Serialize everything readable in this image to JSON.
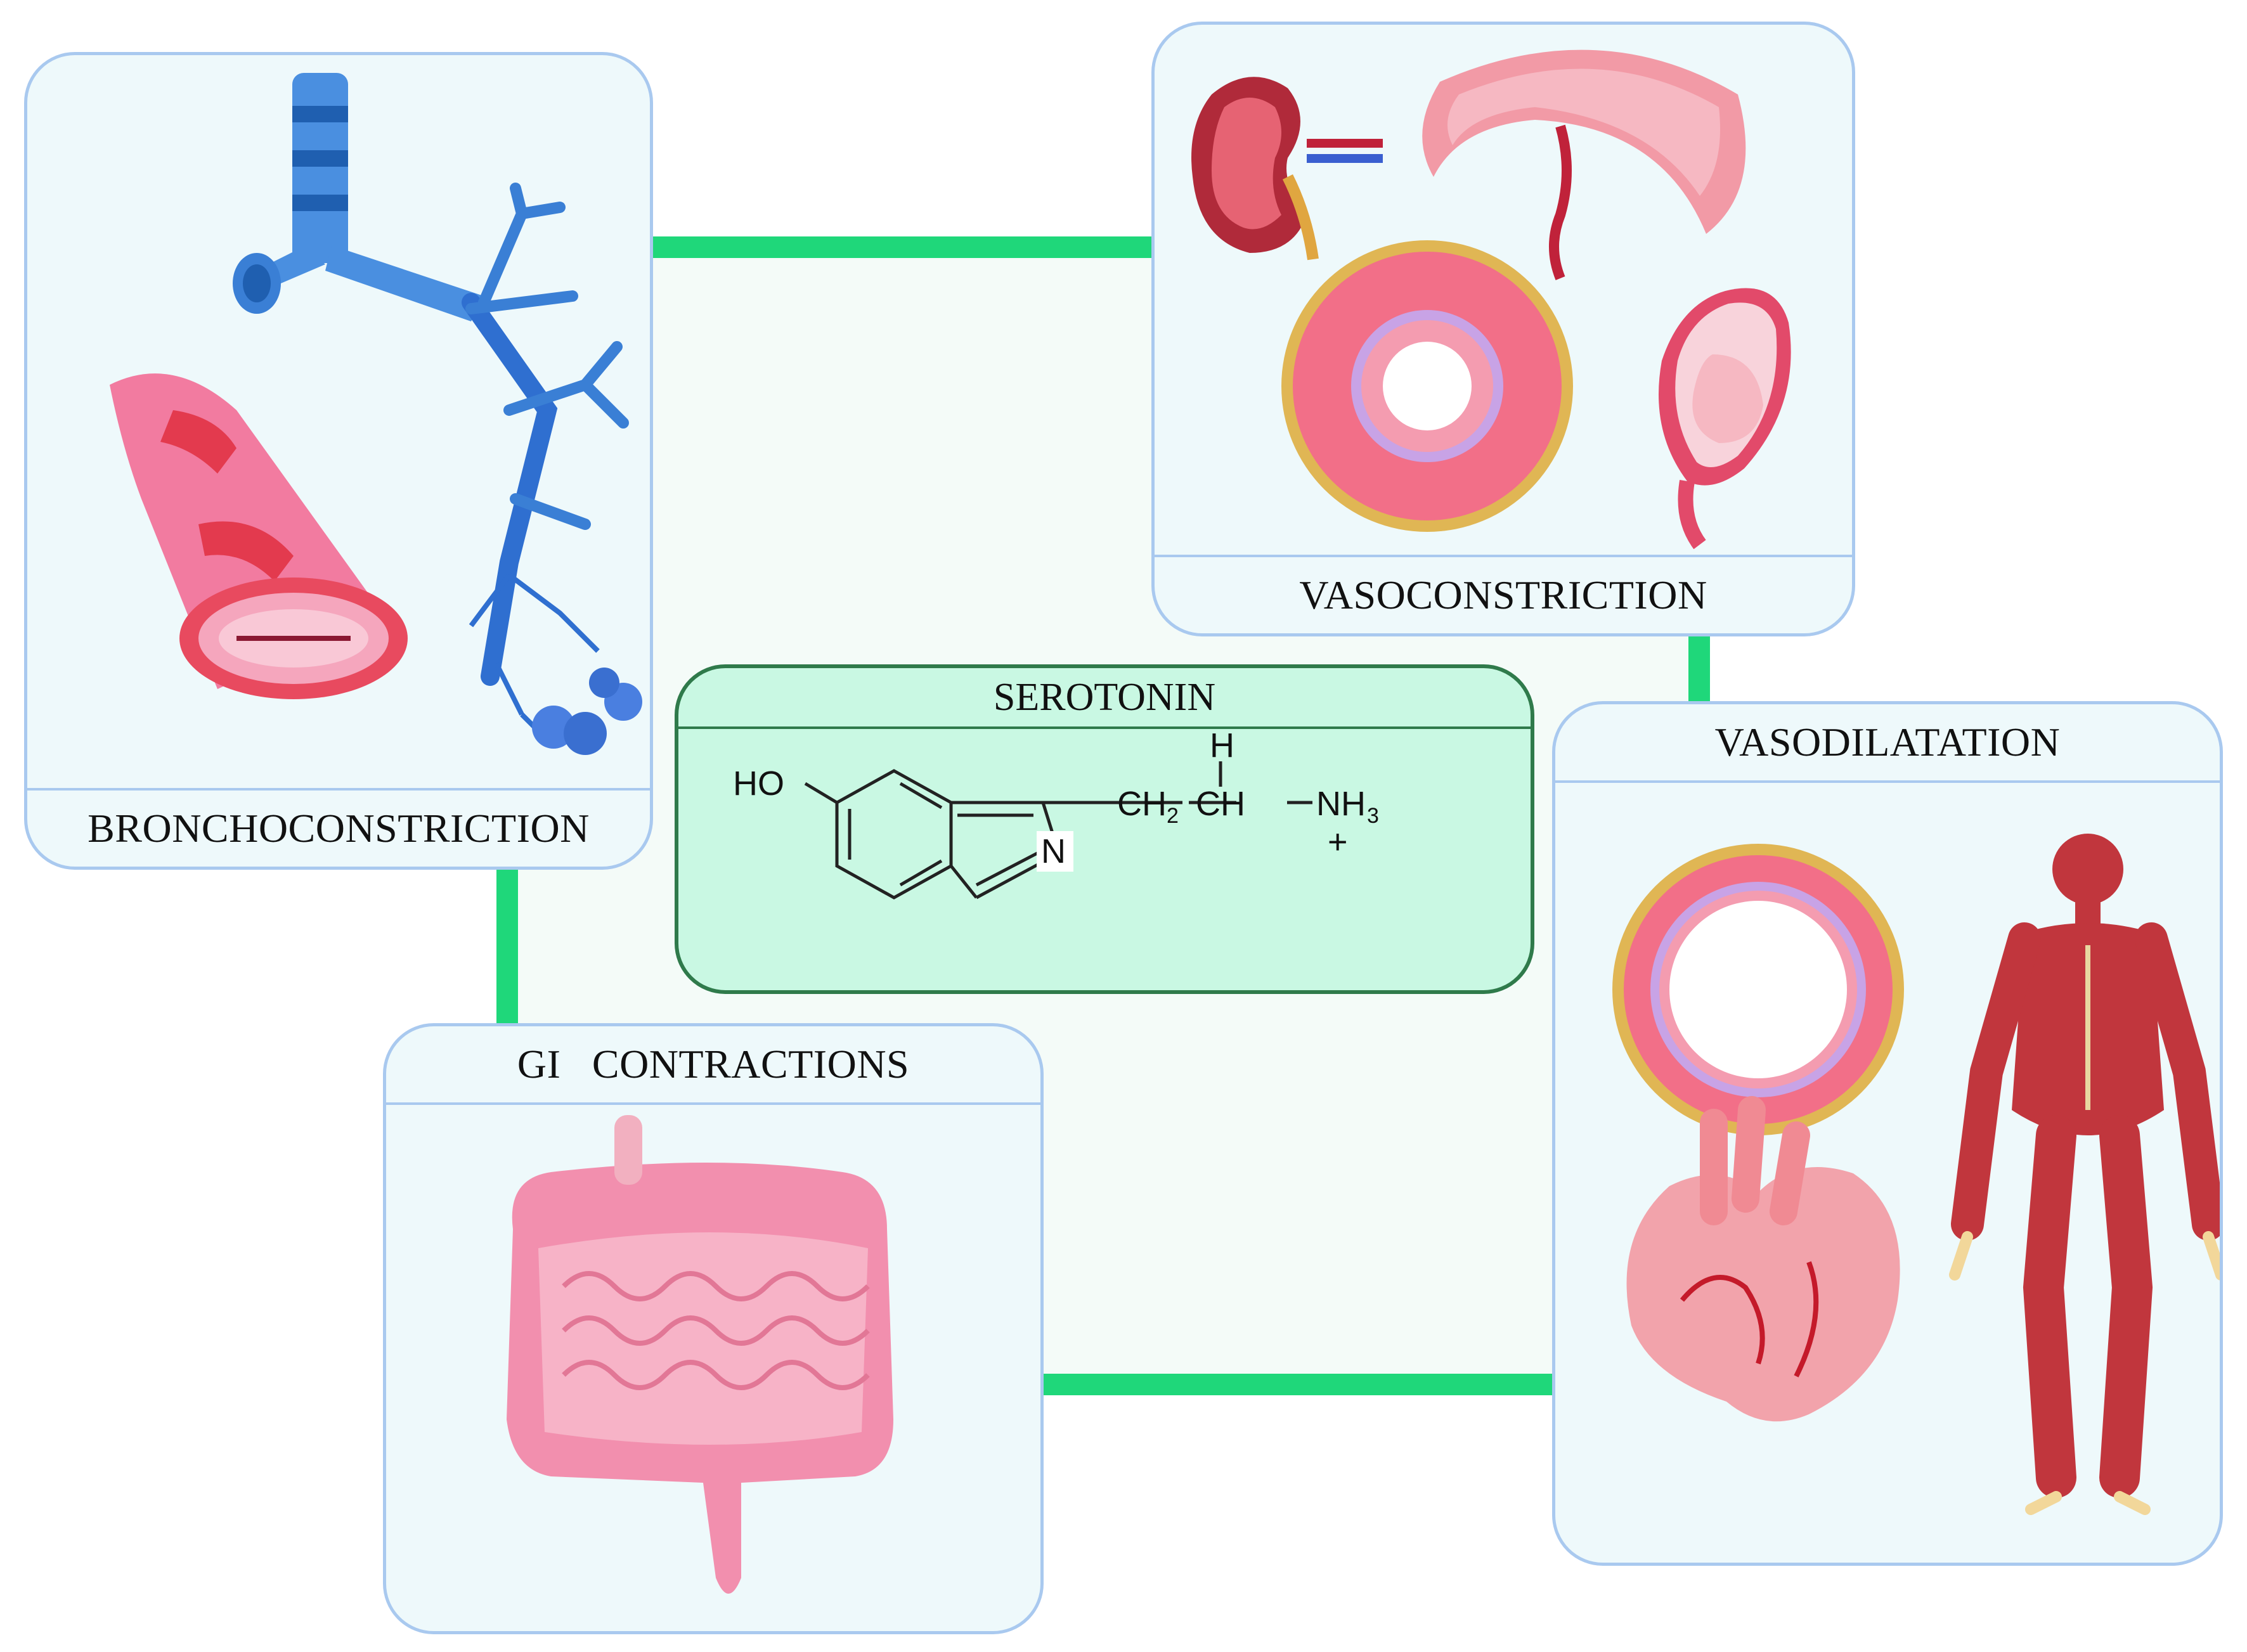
{
  "colors": {
    "connector": "#1fd77a",
    "panel_bg": "#eef9fb",
    "panel_border": "#a9c9ef",
    "center_bg": "#c9f8e3",
    "center_border": "#2f7a4b"
  },
  "center": {
    "title": "SEROTONIN",
    "labels": {
      "ho": "HO",
      "ch2": "CH",
      "ch2_sub": "2",
      "ch": "CH",
      "h": "H",
      "nh": "NH",
      "nh_sub": "3",
      "plus": "+",
      "n": "N"
    }
  },
  "panels": {
    "broncho": {
      "label": "BRONCHOCONSTRICTION",
      "icons": [
        "bronchial-tree-icon",
        "airway-cross-section-icon"
      ]
    },
    "vasocon": {
      "label": "VASOCONSTRICTION",
      "icons": [
        "kidney-icon",
        "placenta-icon",
        "blood-vessel-icon",
        "pregnant-uterus-icon"
      ]
    },
    "vasodil": {
      "label": "VASODILATATION",
      "icons": [
        "dilated-vessel-icon",
        "heart-icon",
        "muscular-body-icon"
      ]
    },
    "gi": {
      "label": "GI   CONTRACTIONS",
      "icons": [
        "intestines-icon"
      ]
    }
  }
}
